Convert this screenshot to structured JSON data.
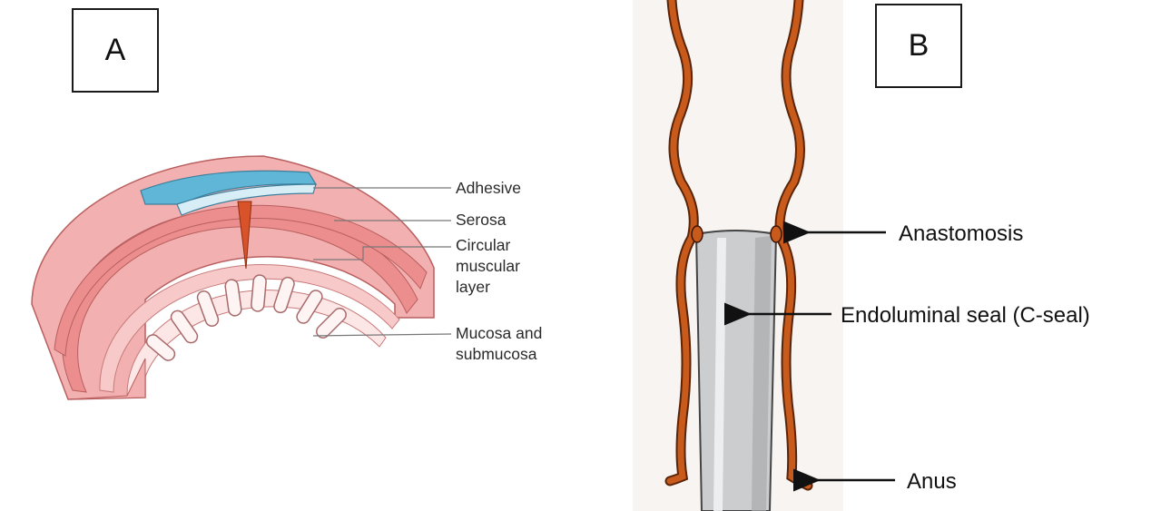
{
  "panels": {
    "a": {
      "letter": "A",
      "labels": {
        "adhesive": "Adhesive",
        "serosa": "Serosa",
        "circular_line1": "Circular",
        "circular_line2": "muscular",
        "circular_line3": "layer",
        "mucosa_line1": "Mucosa and",
        "mucosa_line2": "submucosa"
      }
    },
    "b": {
      "letter": "B",
      "labels": {
        "anastomosis": "Anastomosis",
        "seal": "Endoluminal seal (C-seal)",
        "anus": "Anus"
      }
    }
  },
  "colors": {
    "outer_pink": "#f2a9a9",
    "serosa_pink": "#ef8d8d",
    "inner_pink": "#f9d3d3",
    "mucosa_pink": "#fce6e6",
    "adhesive_blue": "#5fb6d6",
    "incision_red": "#d9532a",
    "bowel_orange": "#c85a1c",
    "seal_grey": "#c9cbcd",
    "panel_b_bg": "#f7f4f1"
  }
}
